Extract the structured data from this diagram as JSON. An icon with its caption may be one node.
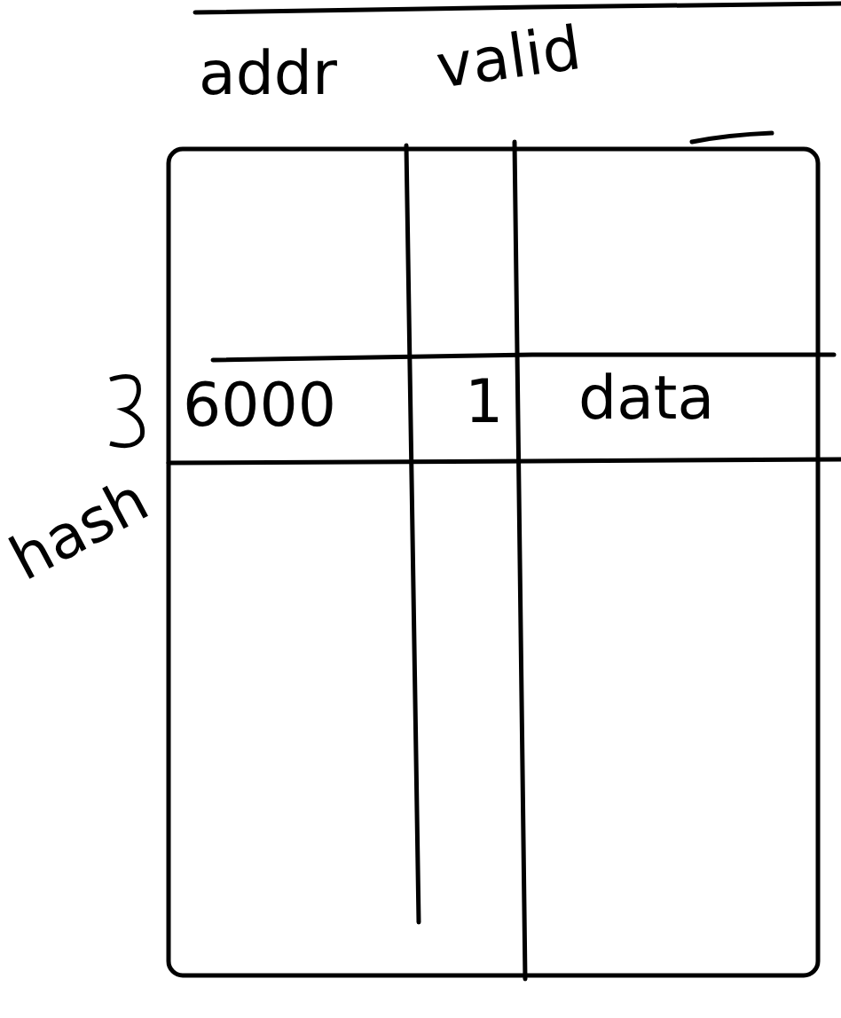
{
  "diagram": {
    "labels": [
      "addr",
      "valid",
      "6000",
      "1",
      "data",
      "hash"
    ]
  }
}
